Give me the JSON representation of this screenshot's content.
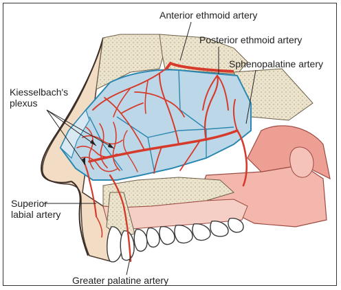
{
  "labels": {
    "anterior_ethmoid": "Anterior ethmoid artery",
    "posterior_ethmoid": "Posterior ethmoid artery",
    "sphenopalatine": "Sphenopalatine artery",
    "kiesselbach_line1": "Kiesselbach's",
    "kiesselbach_line2": "plexus",
    "superior_labial_line1": "Superior",
    "superior_labial_line2": "labial artery",
    "greater_palatine": "Greater palatine artery"
  },
  "colors": {
    "artery": "#d63a2a",
    "mucosa": "#bcd7e8",
    "mucosa_border": "#2a88b0",
    "skin": "#f2dcc4",
    "bone": "#e8e0c8",
    "bone_dots": "#b8ae94",
    "soft_tissue": "#f3b7ad",
    "leader": "#222222"
  }
}
